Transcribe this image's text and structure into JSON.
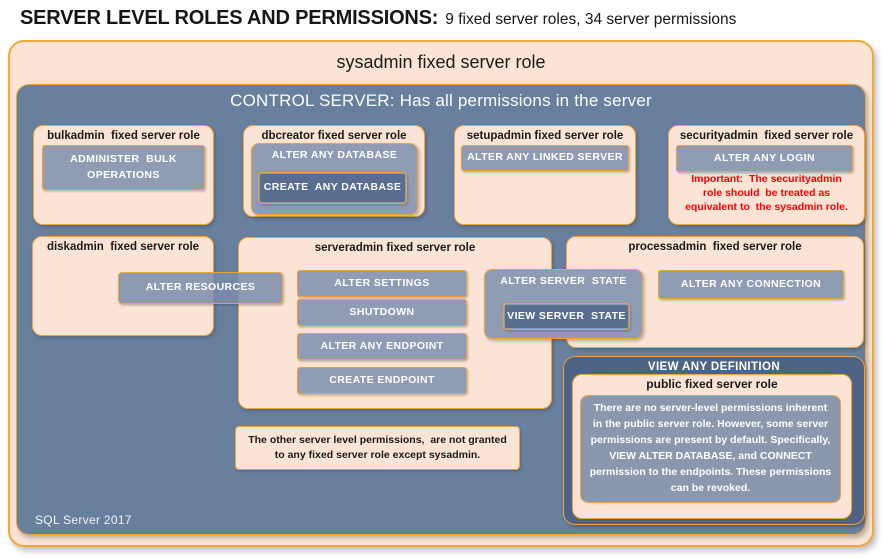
{
  "header": {
    "title": "SERVER LEVEL ROLES AND PERMISSIONS:",
    "subtitle": "9 fixed server roles, 34 server permissions"
  },
  "sysadmin_title": "sysadmin fixed server role",
  "control_title": "CONTROL SERVER: Has all permissions in the server",
  "bulkadmin": {
    "title": "bulkadmin  fixed server role",
    "perm_administer_bulk_operations": "ADMINISTER  BULK\nOPERATIONS"
  },
  "dbcreator": {
    "title": "dbcreator fixed server role",
    "perm_alter_any_database": "ALTER ANY DATABASE",
    "perm_create_any_database": "CREATE  ANY DATABASE"
  },
  "setupadmin": {
    "title": "setupadmin fixed server role",
    "perm_alter_any_linked_server": "ALTER ANY LINKED SERVER"
  },
  "securityadmin": {
    "title": "securityadmin  fixed server role",
    "perm_alter_any_login": "ALTER ANY LOGIN",
    "warning": "Important:  The securityadmin\nrole should  be treated as\nequivalent to  the sysadmin role."
  },
  "diskadmin": {
    "title": "diskadmin  fixed server role",
    "perm_alter_resources": "ALTER RESOURCES"
  },
  "serveradmin": {
    "title": "serveradmin fixed server role",
    "perm_alter_settings": "ALTER SETTINGS",
    "perm_shutdown": "SHUTDOWN",
    "perm_alter_any_endpoint": "ALTER ANY ENDPOINT",
    "perm_create_endpoint": "CREATE ENDPOINT",
    "perm_alter_server_state": "ALTER SERVER  STATE",
    "perm_view_server_state": "VIEW SERVER  STATE"
  },
  "processadmin": {
    "title": "processadmin  fixed server role",
    "perm_alter_any_connection": "ALTER ANY CONNECTION"
  },
  "view_any_definition": {
    "banner": "VIEW ANY DEFINITION",
    "public_title": "public fixed server role",
    "public_body": "There are no server-level permissions inherent\nin the public server role. However, some server\npermissions are present by default. Specifically,\nVIEW ALTER DATABASE, and CONNECT\npermission to the endpoints. These permissions\ncan be revoked."
  },
  "note": "The other server level permissions,  are not granted\nto any fixed server role except sysadmin.",
  "footer": "SQL Server 2017",
  "colors": {
    "peach_fill": "#fbe4d5",
    "orange_border": "#eda33d",
    "outer_orange_border": "#f0a83c",
    "control_background": "#68809e",
    "permission_pill": "#8f9cb4",
    "permission_pill_dark": "#586d90",
    "view_any_definition_background": "#4f6384",
    "public_body_background": "#8b97ad",
    "warning_red": "#fe0000"
  }
}
